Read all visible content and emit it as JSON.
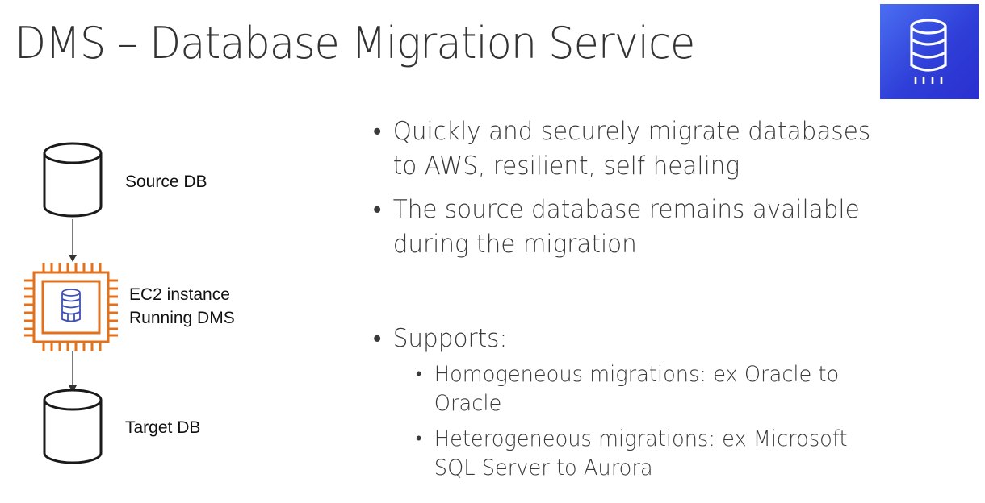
{
  "slide": {
    "title": "DMS – Database Migration Service"
  },
  "diagram": {
    "source_label": "Source DB",
    "ec2_label_line1": "EC2 instance",
    "ec2_label_line2": "Running DMS",
    "target_label": "Target DB"
  },
  "bullets": {
    "b1": "Quickly and securely migrate databases\nto AWS, resilient, self healing",
    "b2": "The source database remains available\nduring the migration",
    "b3": "Supports:",
    "b3_sub1": "Homogeneous migrations: ex Oracle to\nOracle",
    "b3_sub2": "Heterogeneous migrations: ex Microsoft\nSQL Server to Aurora"
  },
  "colors": {
    "logo_bg": "#3b52e0",
    "ec2_orange": "#e2711d",
    "db_icon_blue": "#3f51b5"
  },
  "icons": [
    "database-service-logo",
    "database-icon",
    "ec2-chip-icon",
    "arrow-down-icon"
  ]
}
